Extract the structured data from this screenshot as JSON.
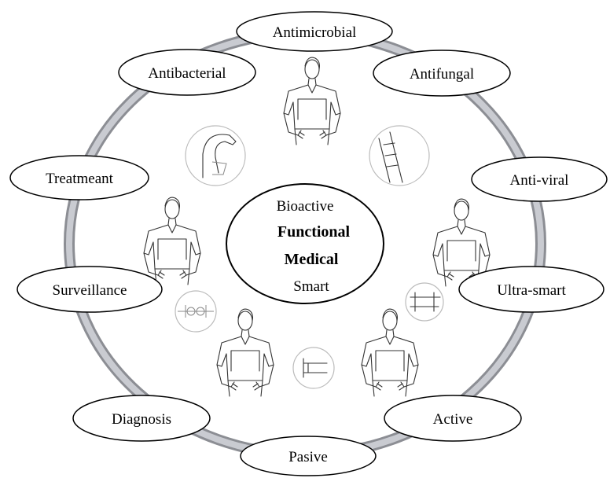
{
  "center": {
    "lines": [
      "Bioactive",
      "Functional",
      "Medical",
      "Smart"
    ]
  },
  "nodes": [
    {
      "id": "antimicrobial",
      "label": "Antimicrobial"
    },
    {
      "id": "antibacterial",
      "label": "Antibacterial"
    },
    {
      "id": "antifungal",
      "label": "Antifungal"
    },
    {
      "id": "treatment",
      "label": "Treatmeant"
    },
    {
      "id": "anti-viral",
      "label": "Anti-viral"
    },
    {
      "id": "surveillance",
      "label": "Surveillance"
    },
    {
      "id": "ultra-smart",
      "label": "Ultra-smart"
    },
    {
      "id": "diagnosis",
      "label": "Diagnosis"
    },
    {
      "id": "active",
      "label": "Active"
    },
    {
      "id": "pasive",
      "label": "Pasive"
    }
  ],
  "colors": {
    "ring_outer": "#8c8e94",
    "ring_inner": "#c9cbd1",
    "node_stroke": "#000000"
  }
}
